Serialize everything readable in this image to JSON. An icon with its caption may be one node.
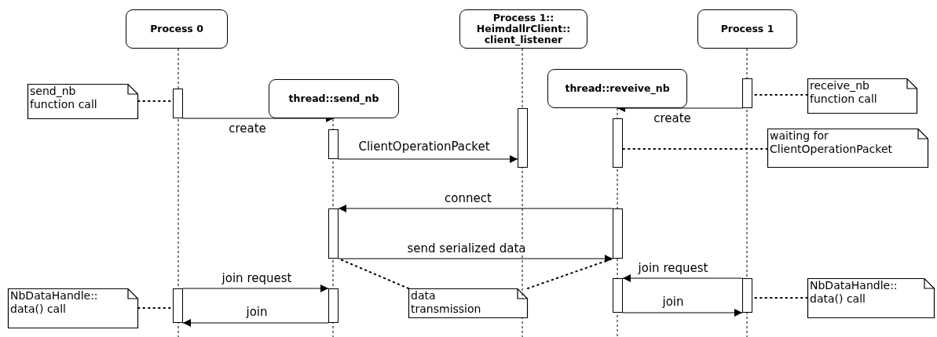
{
  "diagram": {
    "nodes": [
      {
        "text": [
          "Process 0"
        ]
      },
      {
        "text": [
          "thread::send_nb"
        ]
      },
      {
        "text": [
          "Process 1:: HeimdallrClient:: client_listener"
        ]
      },
      {
        "text": [
          "thread::reveive_nb"
        ]
      },
      {
        "text": [
          "Process 1"
        ]
      },
      {
        "text": [],
        "shape": "bar"
      },
      {
        "text": [],
        "shape": "bar"
      },
      {
        "text": [],
        "shape": "bar"
      },
      {
        "text": [],
        "shape": "bar"
      },
      {
        "text": [],
        "shape": "bar"
      },
      {
        "text": [],
        "shape": "bar"
      },
      {
        "text": [],
        "shape": "bar"
      },
      {
        "text": [],
        "shape": "bar"
      },
      {
        "text": [],
        "shape": "bar"
      },
      {
        "text": [],
        "shape": "bar"
      },
      {
        "text": [],
        "shape": "bar"
      },
      {
        "text": [
          "send_nb function call"
        ]
      },
      {
        "text": [
          "receive_nb function call"
        ]
      },
      {
        "text": [
          "waiting for ClientOperationPacket"
        ]
      },
      {
        "text": [
          "data transmission"
        ]
      },
      {
        "text": [
          "NbDataHandle:: data() call"
        ]
      },
      {
        "text": [
          "NbDataHandle:: data() call"
        ]
      }
    ],
    "edges": [
      {
        "from": 5,
        "to": 1,
        "arrow": "to",
        "label": "create"
      },
      {
        "from": 6,
        "to": 7,
        "arrow": "to",
        "label": "ClientOperationPacket"
      },
      {
        "from": 9,
        "to": 3,
        "arrow": "to",
        "label": "create"
      },
      {
        "from": 11,
        "to": 10,
        "arrow": "to",
        "label": "connect"
      },
      {
        "from": 10,
        "to": 11,
        "arrow": "to",
        "label": "send serialized data"
      },
      {
        "from": 12,
        "to": 13,
        "arrow": "to",
        "label": "join request"
      },
      {
        "from": 13,
        "to": 12,
        "arrow": "to",
        "label": "join"
      },
      {
        "from": 15,
        "to": 14,
        "arrow": "to",
        "label": "join request"
      },
      {
        "from": 14,
        "to": 15,
        "arrow": "to",
        "label": "join"
      },
      {
        "from": 16,
        "to": 5,
        "arrow": "none",
        "style": "dashed"
      },
      {
        "from": 17,
        "to": 9,
        "arrow": "none",
        "style": "dashed"
      },
      {
        "from": 18,
        "to": 8,
        "arrow": "none",
        "style": "dashed"
      },
      {
        "from": 19,
        "to": 10,
        "arrow": "none",
        "style": "dashed"
      },
      {
        "from": 19,
        "to": 11,
        "arrow": "none",
        "style": "dashed"
      },
      {
        "from": 20,
        "to": 12,
        "arrow": "none",
        "style": "dashed"
      },
      {
        "from": 21,
        "to": 15,
        "arrow": "none",
        "style": "dashed"
      }
    ]
  }
}
